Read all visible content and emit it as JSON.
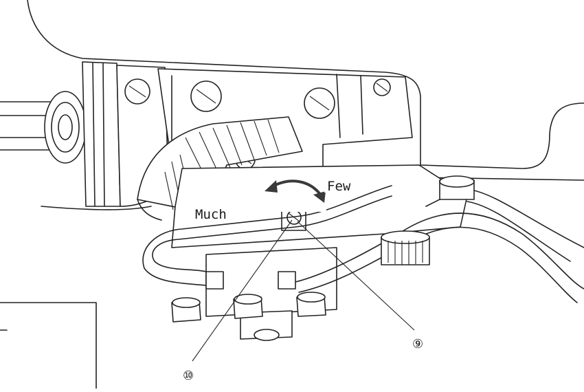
{
  "labels": {
    "much": "Much",
    "few": "Few"
  },
  "callouts": {
    "part_9": "⑨",
    "part_10": "⑩"
  },
  "colors": {
    "line": "#222222",
    "arrow": "#3a3a3a",
    "background": "#ffffff"
  }
}
